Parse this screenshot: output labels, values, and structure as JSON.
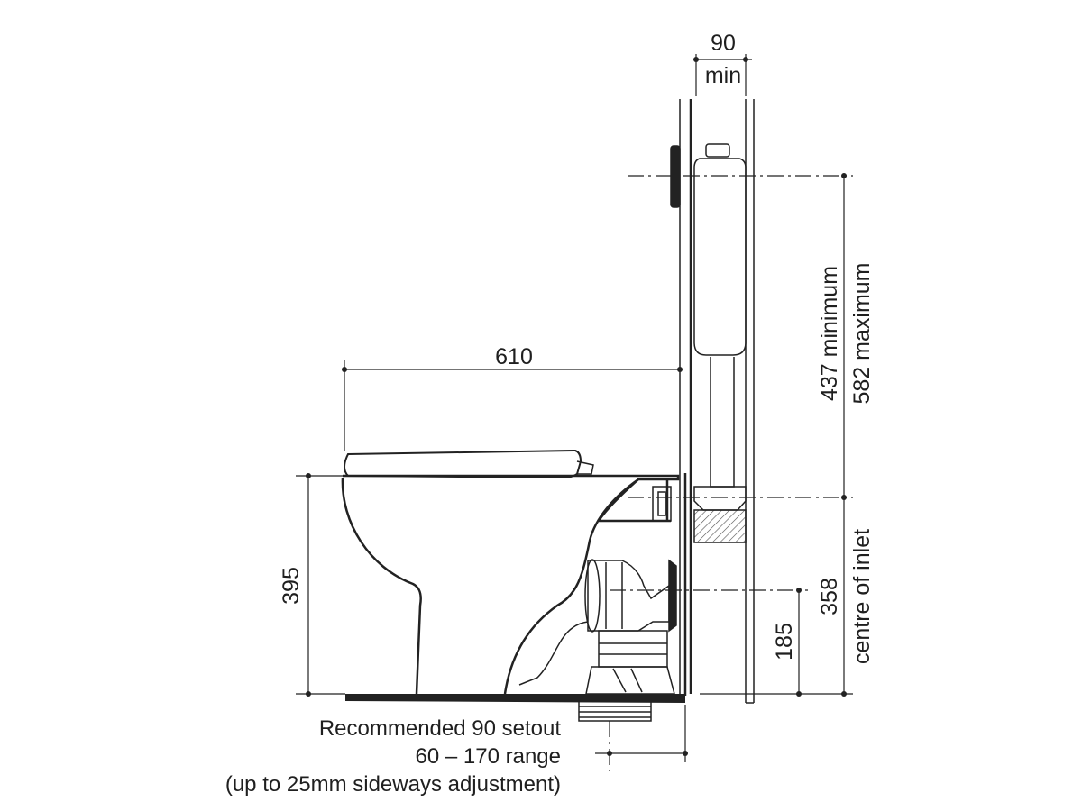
{
  "dimensions": {
    "wall_gap_value": "90",
    "wall_gap_unit": "min",
    "overall_depth": "610",
    "pan_height": "395",
    "inlet_height_min": "437 minimum",
    "inlet_height_max": "582 maximum",
    "centre_of_inlet_value": "358",
    "centre_of_inlet_label": "centre of inlet",
    "outlet_height": "185"
  },
  "notes": {
    "setout_line1": "Recommended 90 setout",
    "setout_line2": "60 – 170 range",
    "setout_line3": "(up to 25mm sideways adjustment)"
  }
}
